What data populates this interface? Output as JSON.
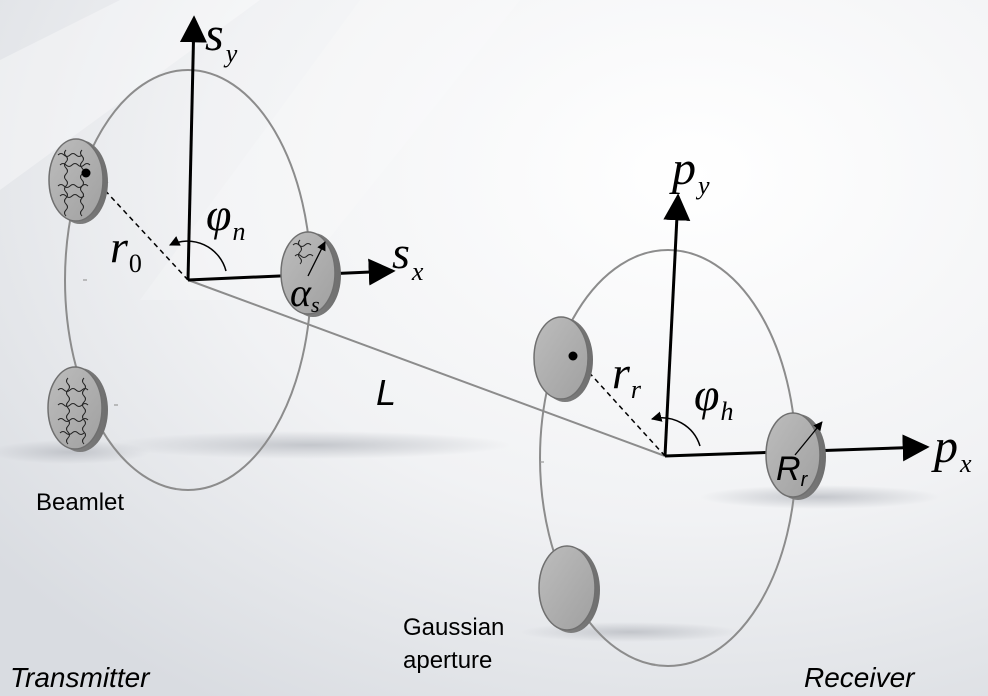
{
  "labels": {
    "sy_base": "s",
    "sy_sub": "y",
    "sx_base": "s",
    "sx_sub": "x",
    "py_base": "p",
    "py_sub": "y",
    "px_base": "p",
    "px_sub": "x",
    "r0_base": "r",
    "r0_sub": "0",
    "rr_base": "r",
    "rr_sub": "r",
    "phin_base": "φ",
    "phin_sub": "n",
    "phih_base": "φ",
    "phih_sub": "h",
    "alpha_base": "α",
    "alpha_sub": "s",
    "Rr_base": "R",
    "Rr_sub": "r",
    "distance": "L",
    "beamlet": "Beamlet",
    "gaussian_line1": "Gaussian",
    "gaussian_line2": "aperture",
    "transmitter": "Transmitter",
    "receiver": "Receiver"
  },
  "colors": {
    "disk_face": "#a9a9a9",
    "disk_edge": "#7a7a7a",
    "ellipse_stroke": "#8c8c8c",
    "axis": "#000000",
    "background_top": "#ffffff",
    "background_bottom": "#dfe2e6"
  }
}
